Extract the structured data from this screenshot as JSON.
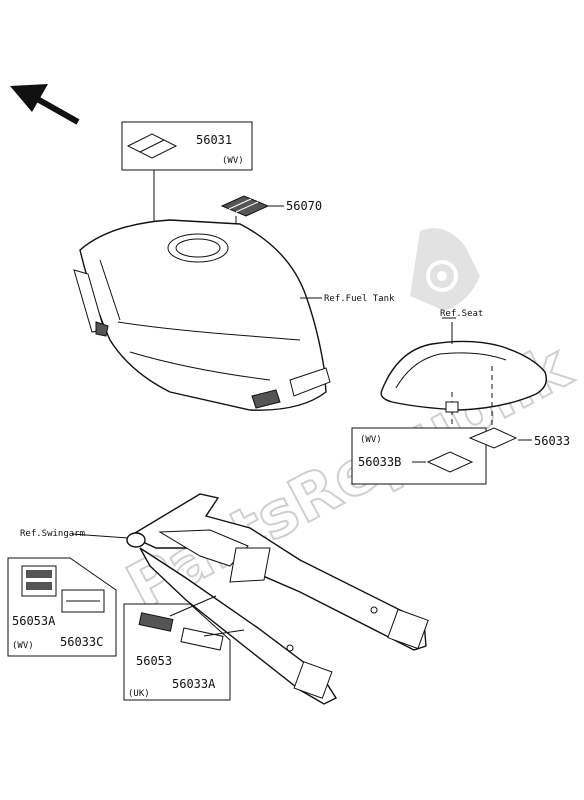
{
  "watermark": {
    "text": "PartsRepublik",
    "color": "#cfcfcf"
  },
  "colors": {
    "line": "#111111",
    "part_fill": "#ffffff",
    "decal_dark": "#555555"
  },
  "icons": {
    "direction_arrow": "arrow-up-left-icon",
    "watermark_logo": "gear-icon"
  },
  "groups": {
    "tank_top": {
      "part_number": "56031",
      "variant": "(WV)"
    },
    "tank_decal": {
      "part_number": "56070"
    },
    "fuel_tank": {
      "reference": "Ref.Fuel Tank"
    },
    "seat": {
      "reference": "Ref.Seat"
    },
    "seat_labels": {
      "part_number_right": "56033",
      "variant": "(WV)",
      "part_number_left": "56033B"
    },
    "swingarm": {
      "reference": "Ref.Swingarm"
    },
    "swingarm_wv": {
      "part_number_a": "56053A",
      "part_number_c": "56033C",
      "variant": "(WV)"
    },
    "swingarm_uk": {
      "part_number": "56053",
      "part_number_a": "56033A",
      "variant": "(UK)"
    }
  }
}
